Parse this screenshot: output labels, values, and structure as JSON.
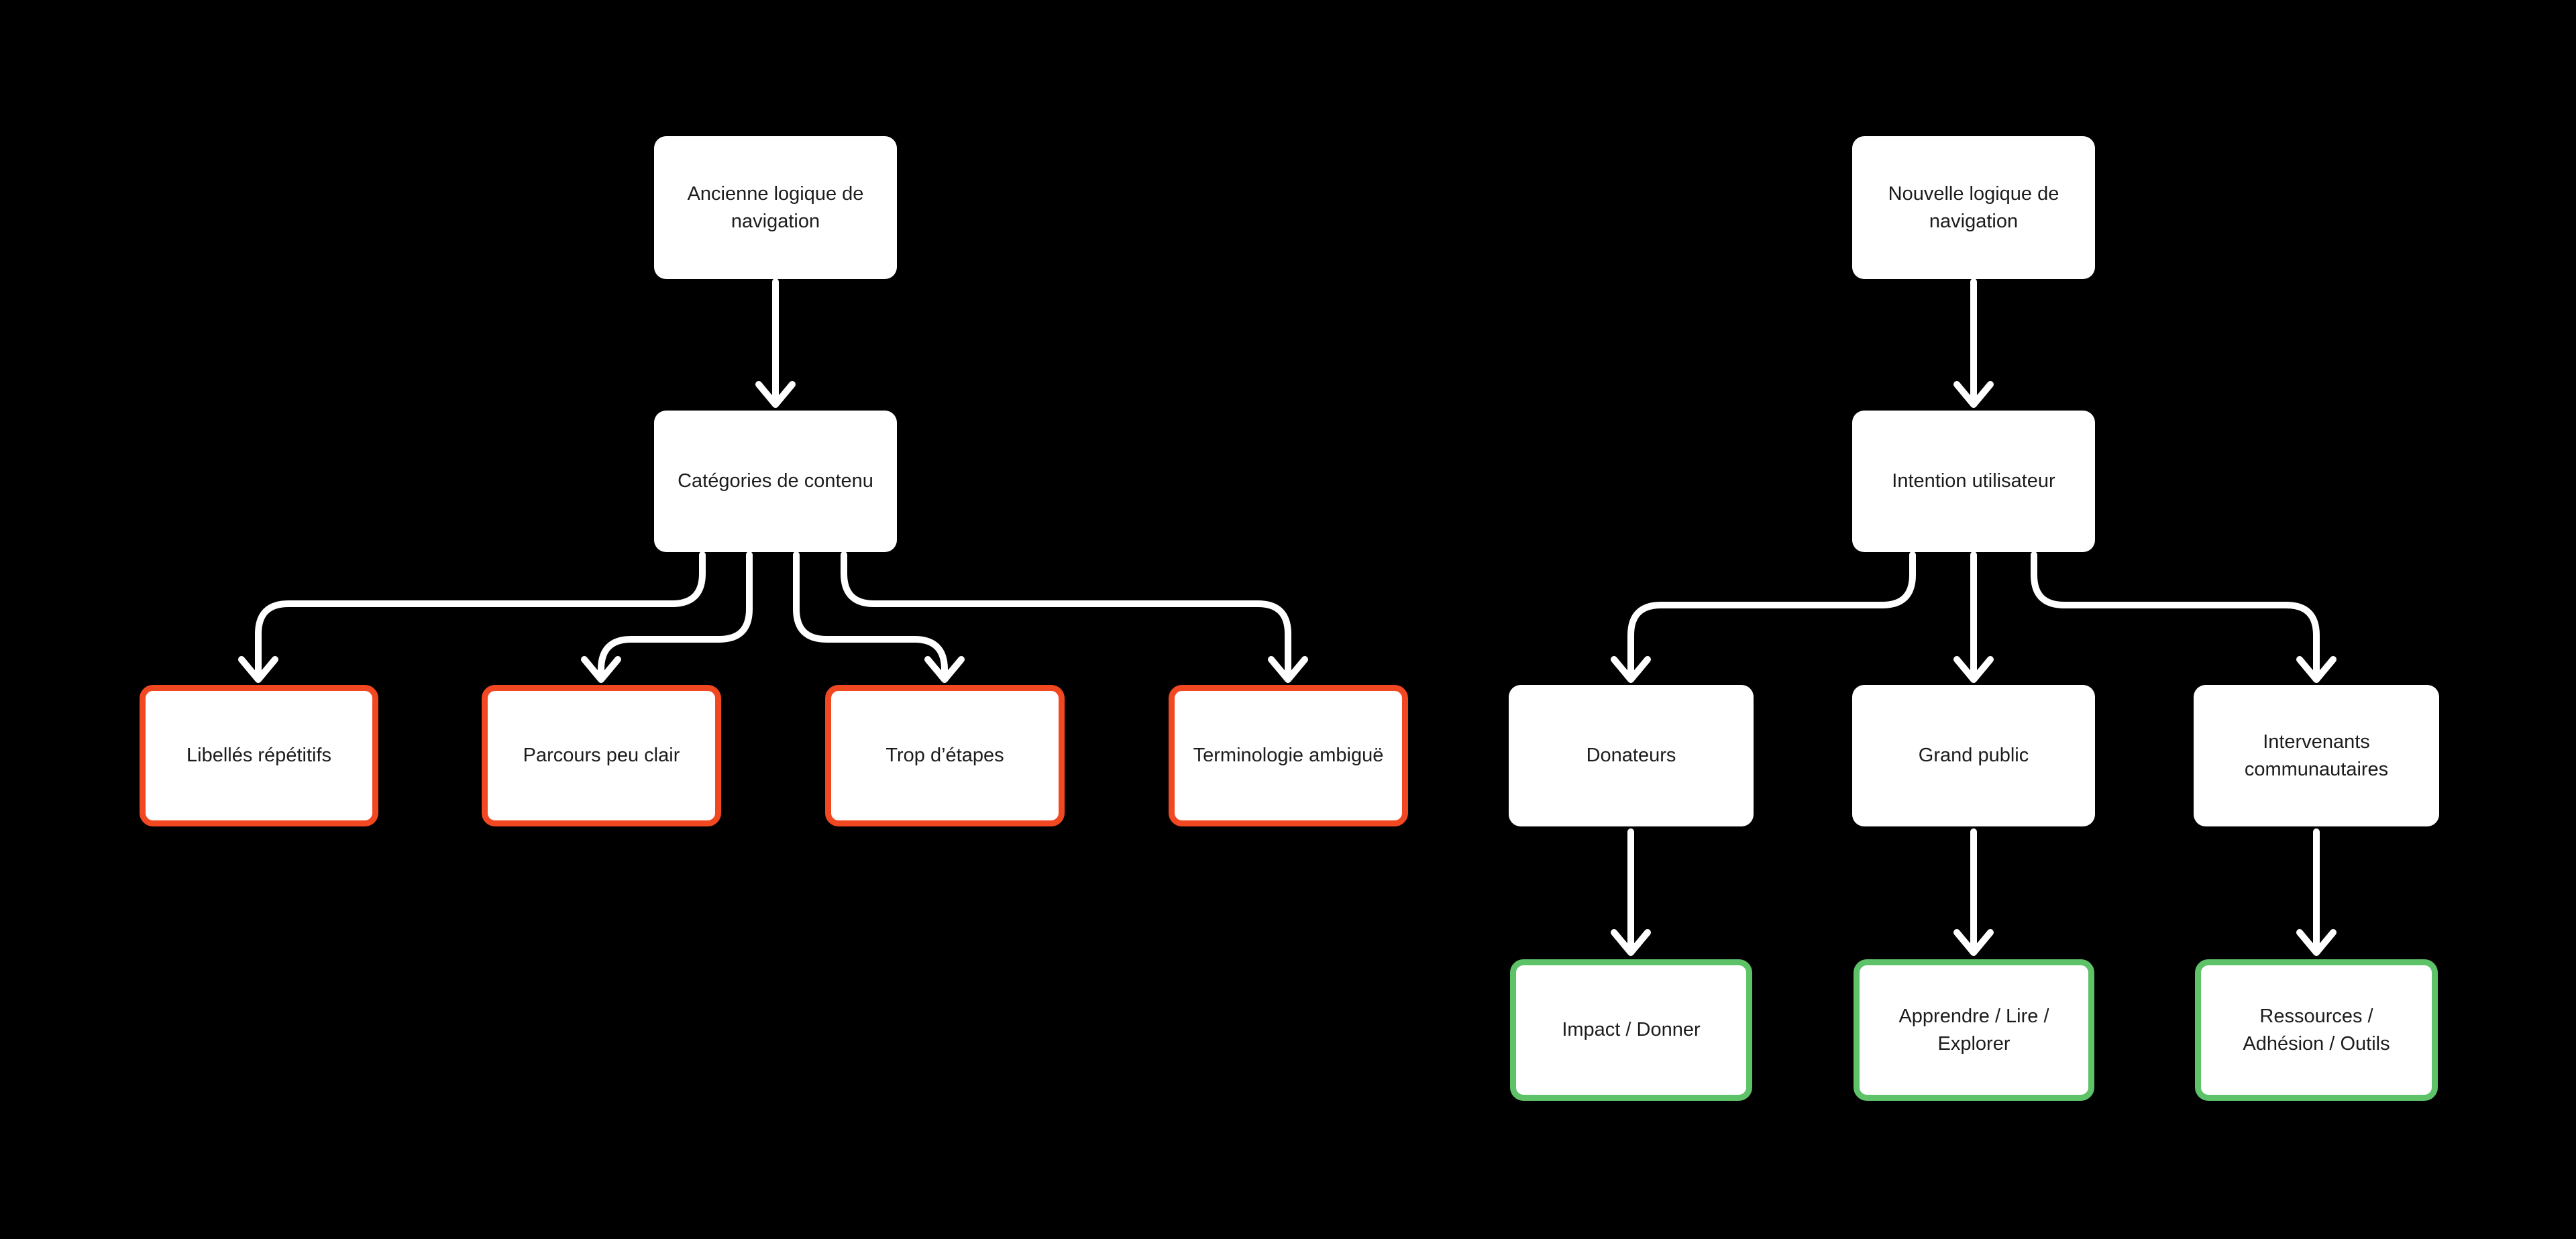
{
  "colors": {
    "background": "#000000",
    "node_fill": "#FFFFFF",
    "node_text": "#1C1C1C",
    "issue_border": "#F24822",
    "destination_border": "#5EC269",
    "connector": "#FFFFFF"
  },
  "left_tree": {
    "root": "Ancienne logique de navigation",
    "child": "Catégories de contenu",
    "issues": [
      "Libellés répétitifs",
      "Parcours peu clair",
      "Trop d’étapes",
      "Terminologie ambiguë"
    ]
  },
  "right_tree": {
    "root": "Nouvelle logique de navigation",
    "child": "Intention utilisateur",
    "audiences": [
      "Donateurs",
      "Grand public",
      "Intervenants communautaires"
    ],
    "destinations": [
      "Impact / Donner",
      "Apprendre / Lire / Explorer",
      "Ressources / Adhésion / Outils"
    ]
  }
}
